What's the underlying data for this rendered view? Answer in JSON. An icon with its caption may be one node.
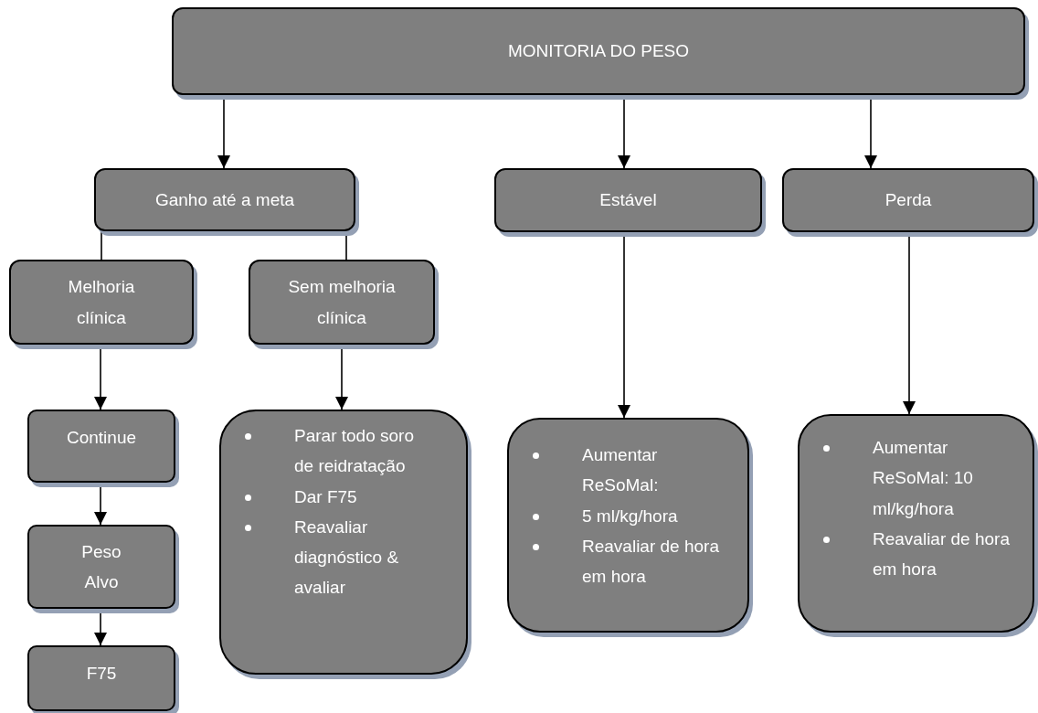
{
  "diagram": {
    "nodes": [
      {
        "text": [
          "MONITORIA DO PESO"
        ]
      },
      {
        "text": [
          "Ganho até a meta"
        ]
      },
      {
        "text": [
          "Estável"
        ]
      },
      {
        "text": [
          "Perda"
        ]
      },
      {
        "text": [
          "Melhoria clínica"
        ]
      },
      {
        "text": [
          "Sem melhoria clínica"
        ]
      },
      {
        "text": [
          "Continue"
        ]
      },
      {
        "text": [
          "Parar todo soro de reidratação",
          "Dar F75",
          "Reavaliar diagnóstico & avaliar"
        ]
      },
      {
        "text": [
          "Aumentar ReSoMal:",
          "5 ml/kg/hora",
          "Reavaliar de hora em hora"
        ]
      },
      {
        "text": [
          "Aumentar ReSoMal: 10 ml/kg/hora",
          "Reavaliar de hora em hora"
        ]
      },
      {
        "text": [
          "Peso Alvo"
        ]
      },
      {
        "text": [
          "F75"
        ]
      }
    ],
    "edges": [
      {
        "from": 0,
        "to": 1,
        "arrow": "to"
      },
      {
        "from": 0,
        "to": 2,
        "arrow": "to"
      },
      {
        "from": 0,
        "to": 3,
        "arrow": "to"
      },
      {
        "from": 1,
        "to": 4,
        "arrow": "none"
      },
      {
        "from": 1,
        "to": 5,
        "arrow": "none"
      },
      {
        "from": 4,
        "to": 6,
        "arrow": "to"
      },
      {
        "from": 5,
        "to": 7,
        "arrow": "to"
      },
      {
        "from": 2,
        "to": 8,
        "arrow": "to"
      },
      {
        "from": 3,
        "to": 9,
        "arrow": "to"
      },
      {
        "from": 6,
        "to": 10,
        "arrow": "to"
      },
      {
        "from": 10,
        "to": 11,
        "arrow": "to"
      }
    ]
  }
}
